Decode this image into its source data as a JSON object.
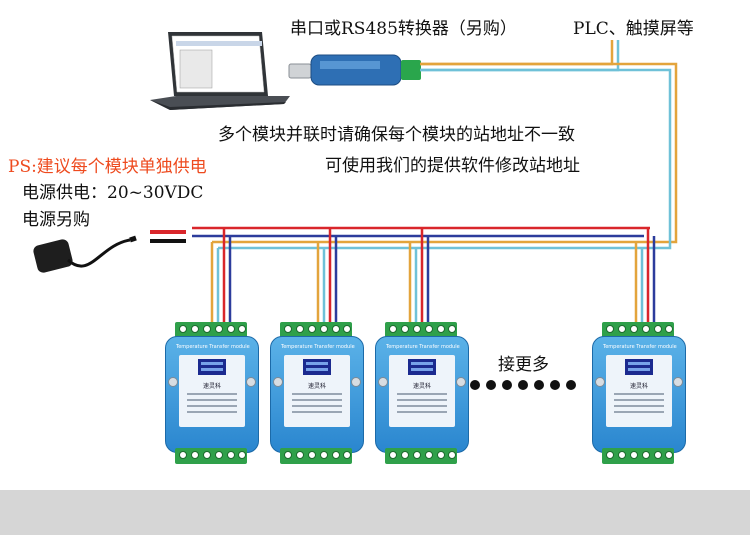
{
  "labels": {
    "converter": "串口或RS485转换器（另购）",
    "plc": "PLC、触摸屏等",
    "note_line1": "多个模块并联时请确保每个模块的站地址不一致",
    "note_line2": "可使用我们的提供软件修改站地址",
    "ps_advice": "PS:建议每个模块单独供电",
    "power_supply": "电源供电：20~30VDC",
    "ps_purchase": "电源另购",
    "connect_more": "接更多"
  },
  "module": {
    "title": "Temperature Transfer module",
    "brand": "速灵科"
  },
  "colors": {
    "ps_advice": "#ee4a1e",
    "wire_orange": "#e3a43c",
    "wire_cyan": "#6fc1d8",
    "wire_blue": "#2c3c9c",
    "wire_red": "#d9262b",
    "module_blue": "#2a86cf",
    "terminal_green": "#2fa04a",
    "bottom_band": "#d6d6d6"
  },
  "icons": [
    "laptop-icon",
    "usb-rs485-converter-icon",
    "power-adapter-icon",
    "module-device-icon"
  ]
}
